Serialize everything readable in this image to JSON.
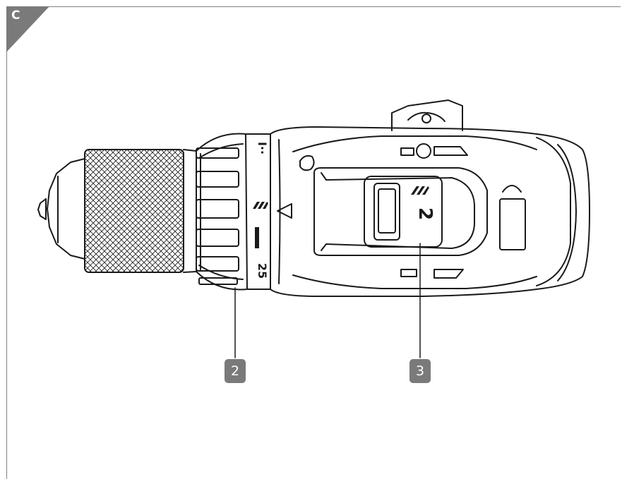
{
  "figure": {
    "panel_letter": "C",
    "callouts": [
      {
        "label": "2",
        "target": "torque-adjustment-ring"
      },
      {
        "label": "3",
        "target": "gear-selector-switch"
      }
    ],
    "marks": {
      "collar_top": "I··",
      "collar_torque": "25",
      "switch_gear": "2"
    },
    "colors": {
      "line": "#1a1a1a",
      "callout_fill": "#7a7a7a",
      "corner_fill": "#7a7a7a",
      "frame": "#808080"
    }
  }
}
